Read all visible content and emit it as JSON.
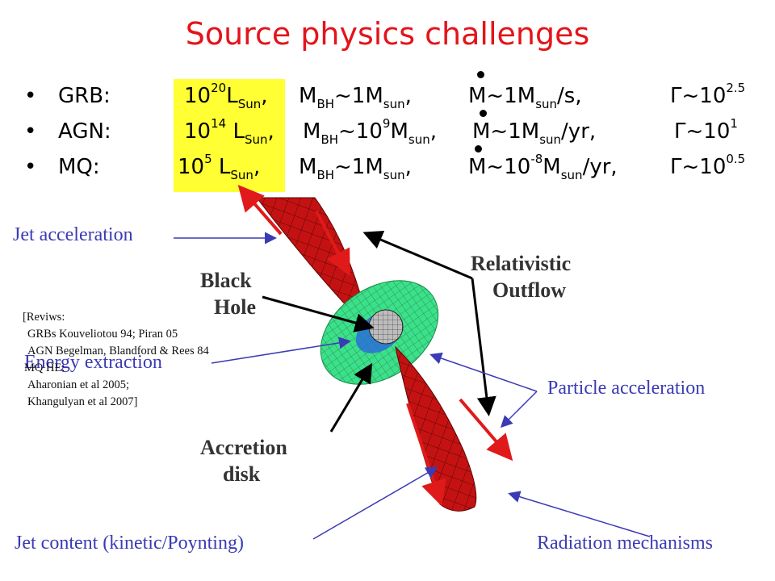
{
  "title": "Source physics challenges",
  "rows": [
    {
      "bullet": "•",
      "name": "GRB:",
      "lum_base": "10",
      "lum_exp": "20",
      "lum_unit": "L",
      "lum_sub": "Sun",
      "mbh": "M",
      "mbh_sub": "BH",
      "mbh_val": "~1M",
      "mbh_val_sub": "sun",
      "mdot": "M~1M",
      "mdot_sub": "sun",
      "mdot_rest": "/s,",
      "gamma": "Γ",
      "gamma_val": "~10",
      "gamma_exp": "2.5"
    },
    {
      "bullet": "•",
      "name": "AGN:",
      "lum_base": "10",
      "lum_exp": "14",
      "lum_unit": "L",
      "lum_sub": "Sun",
      "mbh": "M",
      "mbh_sub": "BH",
      "mbh_val": "~10",
      "mbh_val_exp": "9",
      "mbh_val2": "M",
      "mbh_val_sub": "sun",
      "mdot": "M~1M",
      "mdot_sub": "sun",
      "mdot_rest": "/yr,",
      "gamma": "Γ",
      "gamma_val": "~10",
      "gamma_exp": "1"
    },
    {
      "bullet": "•",
      "name": "MQ:",
      "lum_base": "10",
      "lum_exp": "5",
      "lum_unit": "L",
      "lum_sub": "Sun",
      "mbh": "M",
      "mbh_sub": "BH",
      "mbh_val": "~1M",
      "mbh_val_sub": "sun",
      "mdot": "M~10",
      "mdot_exp": "-8",
      "mdot_val2": "M",
      "mdot_sub": "sun",
      "mdot_rest": "/yr,",
      "gamma": "Γ",
      "gamma_val": "~10",
      "gamma_exp": "0.5"
    }
  ],
  "labels": {
    "jet_acceleration": "Jet acceleration",
    "energy_extraction": "Energy extraction",
    "particle_acceleration": "Particle acceleration",
    "jet_content": "Jet content (kinetic/Poynting)",
    "radiation_mechanisms": "Radiation mechanisms"
  },
  "diagram_labels": {
    "black": "Black",
    "hole": "Hole",
    "relativistic": "Relativistic",
    "outflow": "Outflow",
    "accretion": "Accretion",
    "disk": "disk"
  },
  "references": [
    "[Reviws:",
    "  GRBs Kouveliotou 94; Piran 05",
    "  AGN  Begelman, Blandford & Rees 84",
    "MQ HE:",
    "  Aharonian et al 2005;",
    "  Khangulyan et al 2007]"
  ],
  "colors": {
    "title": "#e3141a",
    "highlight": "#ffff33",
    "annotation": "#3b3bb5",
    "jet": "#cc1111",
    "disk": "#22cc66"
  }
}
